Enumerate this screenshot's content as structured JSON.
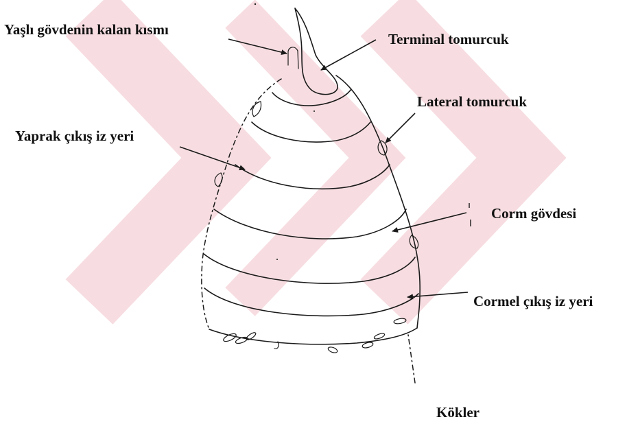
{
  "colors": {
    "watermark": "#c8102e",
    "ink": "#1a1a1a",
    "background": "#ffffff"
  },
  "labels": {
    "old_stem_remnant": "Yaşlı gövdenin  kalan kısmı",
    "terminal_bud": "Terminal tomurcuk",
    "lateral_bud": "Lateral tomurcuk",
    "leaf_scar": "Yaprak çıkış iz yeri",
    "corm_body": "Corm gövdesi",
    "cormel_scar": "Cormel çıkış iz yeri",
    "roots": "Kökler"
  }
}
